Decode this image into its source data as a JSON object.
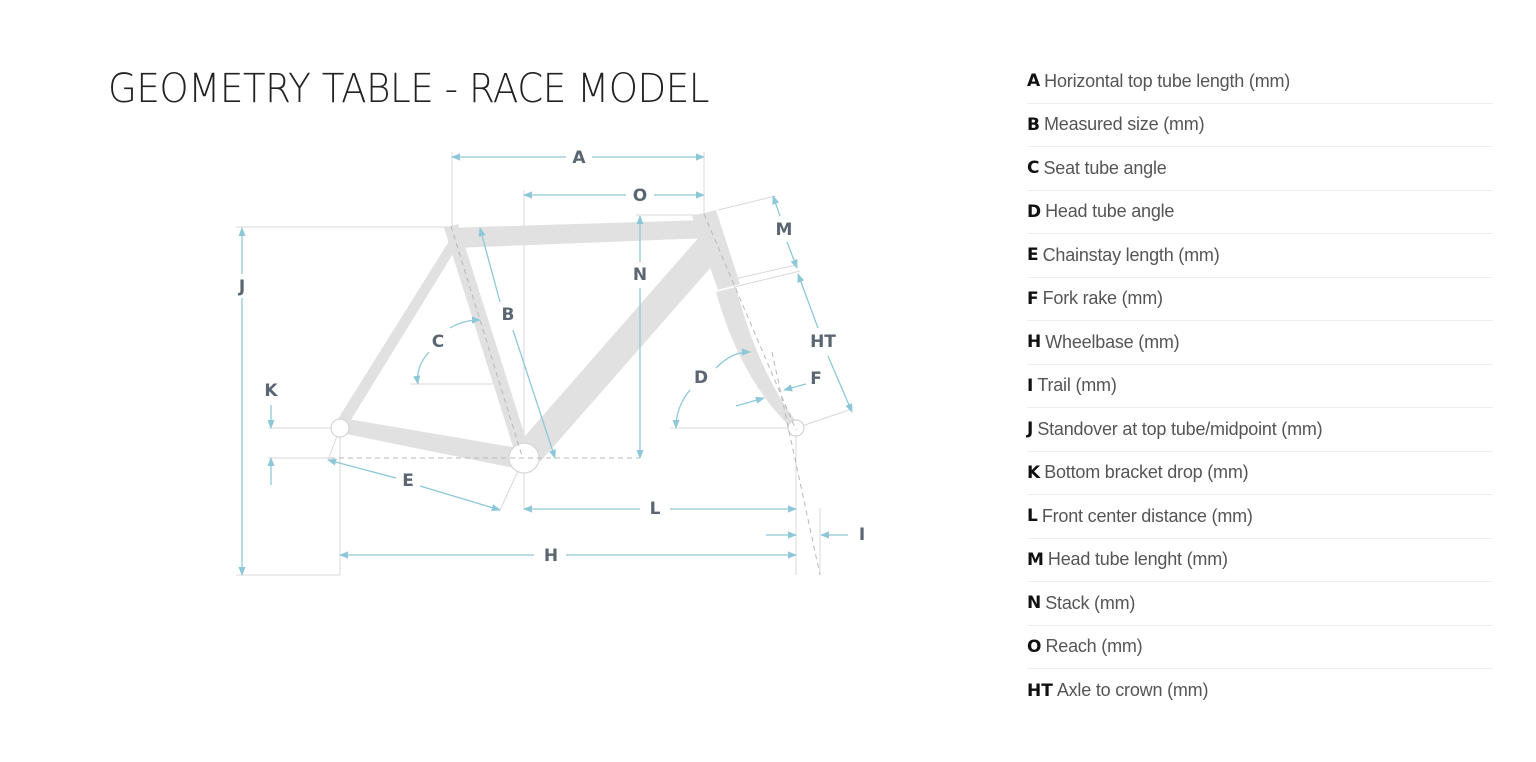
{
  "header": {
    "title": "GEOMETRY TABLE - RACE MODEL"
  },
  "colors": {
    "frame": "#e1e1e1",
    "dimension_line": "#8ec8d8",
    "guide_line": "#d5d5d5",
    "label": "#5a6672",
    "title": "#222222",
    "divider": "#f1efee"
  },
  "diagram": {
    "labels": {
      "A": "A",
      "O": "O",
      "M": "M",
      "N": "N",
      "J": "J",
      "B": "B",
      "C": "C",
      "HT": "HT",
      "K": "K",
      "D": "D",
      "F": "F",
      "E": "E",
      "L": "L",
      "I": "I",
      "H": "H"
    }
  },
  "legend": {
    "items": [
      {
        "key": "A",
        "text": "Horizontal top tube length (mm)"
      },
      {
        "key": "B",
        "text": "Measured size (mm)"
      },
      {
        "key": "C",
        "text": "Seat tube angle"
      },
      {
        "key": "D",
        "text": "Head tube angle"
      },
      {
        "key": "E",
        "text": "Chainstay length (mm)"
      },
      {
        "key": "F",
        "text": "Fork rake (mm)"
      },
      {
        "key": "H",
        "text": "Wheelbase (mm)"
      },
      {
        "key": "I",
        "text": "Trail (mm)"
      },
      {
        "key": "J",
        "text": "Standover at top tube/midpoint (mm)"
      },
      {
        "key": "K",
        "text": "Bottom bracket drop (mm)"
      },
      {
        "key": "L",
        "text": "Front center distance (mm)"
      },
      {
        "key": "M",
        "text": "Head tube lenght (mm)"
      },
      {
        "key": "N",
        "text": "Stack (mm)"
      },
      {
        "key": "O",
        "text": "Reach (mm)"
      },
      {
        "key": "HT",
        "text": "Axle to crown (mm)"
      }
    ]
  }
}
